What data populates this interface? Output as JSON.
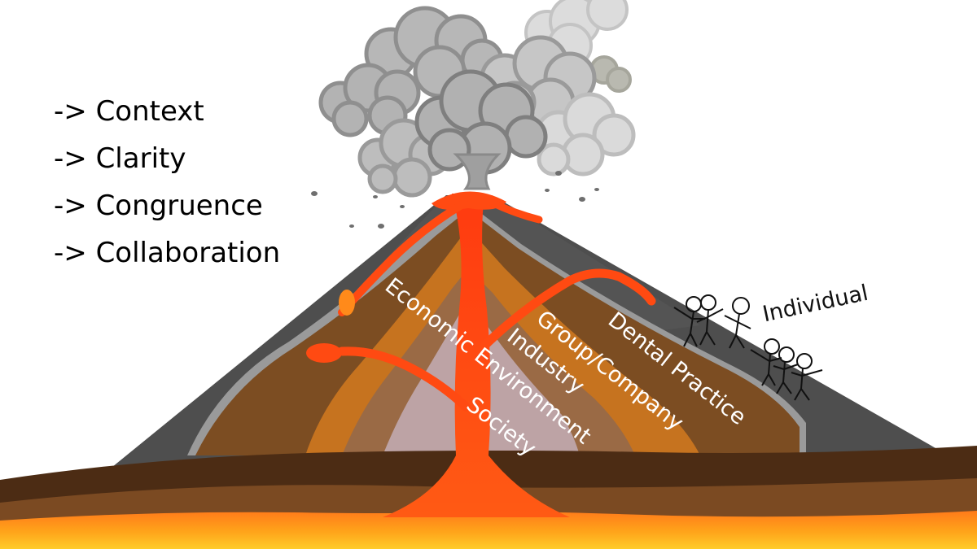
{
  "bullets": [
    "-> Context",
    "-> Clarity",
    "-> Congruence",
    "-> Collaboration"
  ],
  "layers": {
    "individual": "Individual",
    "dental_practice": "Dental Practice",
    "group_company": "Group/Company",
    "industry": "Industry",
    "economic_environment": "Economic Environment",
    "society": "Society"
  },
  "colors": {
    "lava": "#ff4a12",
    "lava_glow": "#ffb000",
    "rock_dark": "#4a4a4a",
    "layer_brown": "#7a4a1e",
    "layer_orange": "#c8731c",
    "layer_lilac": "#b9a2a3",
    "ground": "#4a2a12",
    "smoke": "#a5a5a5"
  }
}
